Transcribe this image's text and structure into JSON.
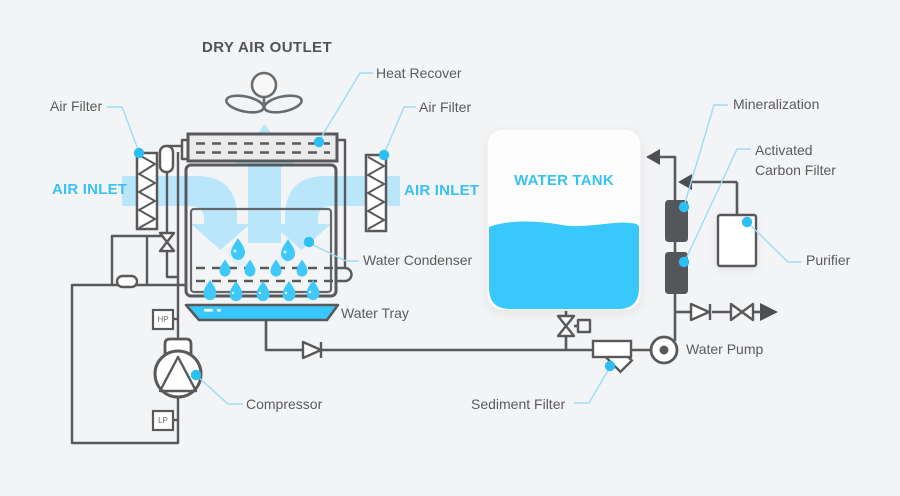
{
  "palette": {
    "background": "#f3f4f5",
    "line": "#58595b",
    "cyan_text": "#38c2f2",
    "water_fill": "#3bc8fb",
    "air_arrow_fill": "#b9e6fb",
    "leader_line": "#9bdcf8",
    "callout_dot": "#2cc0f2"
  },
  "labels": {
    "dry_air_outlet": "DRY AIR OUTLET",
    "heat_recover": "Heat Recover",
    "air_filter_left": "Air Filter",
    "air_filter_right": "Air Filter",
    "air_inlet_left": "AIR INLET",
    "air_inlet_right": "AIR INLET",
    "water_tank": "WATER TANK",
    "mineralization": "Mineralization",
    "activated_carbon_filter": "Activated Carbon Filter",
    "purifier": "Purifier",
    "water_condenser": "Water Condenser",
    "water_tray": "Water Tray",
    "compressor": "Compressor",
    "sediment_filter": "Sediment Filter",
    "water_pump": "Water Pump",
    "hp_gauge": "HP",
    "lp_gauge": "LP"
  }
}
